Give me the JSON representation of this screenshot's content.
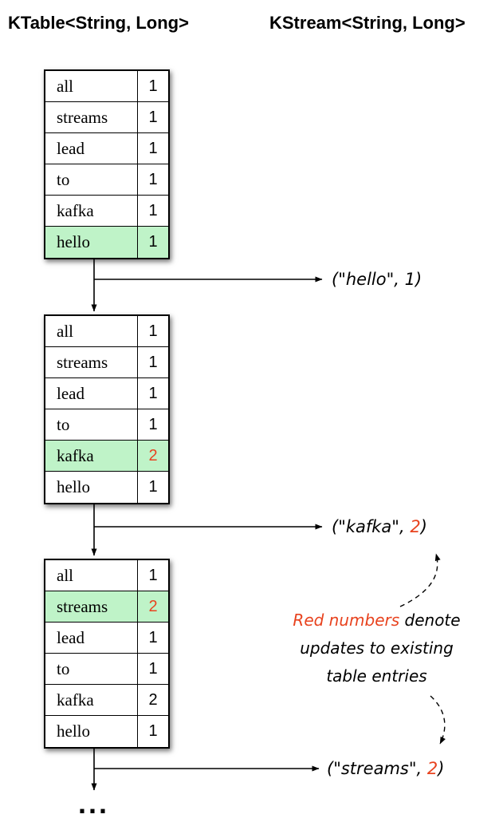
{
  "headers": {
    "ktable": "KTable<String, Long>",
    "kstream": "KStream<String, Long>"
  },
  "tables": [
    {
      "rows": [
        {
          "key": "all",
          "value": "1"
        },
        {
          "key": "streams",
          "value": "1"
        },
        {
          "key": "lead",
          "value": "1"
        },
        {
          "key": "to",
          "value": "1"
        },
        {
          "key": "kafka",
          "value": "1"
        },
        {
          "key": "hello",
          "value": "1"
        }
      ]
    },
    {
      "rows": [
        {
          "key": "all",
          "value": "1"
        },
        {
          "key": "streams",
          "value": "1"
        },
        {
          "key": "lead",
          "value": "1"
        },
        {
          "key": "to",
          "value": "1"
        },
        {
          "key": "kafka",
          "value": "2"
        },
        {
          "key": "hello",
          "value": "1"
        }
      ]
    },
    {
      "rows": [
        {
          "key": "all",
          "value": "1"
        },
        {
          "key": "streams",
          "value": "2"
        },
        {
          "key": "lead",
          "value": "1"
        },
        {
          "key": "to",
          "value": "1"
        },
        {
          "key": "kafka",
          "value": "2"
        },
        {
          "key": "hello",
          "value": "1"
        }
      ]
    }
  ],
  "emissions": [
    {
      "before": "(\"hello\", ",
      "value": "1",
      "after": ")"
    },
    {
      "before": "(\"kafka\", ",
      "value": "2",
      "after": ")"
    },
    {
      "before": "(\"streams\", ",
      "value": "2",
      "after": ")"
    }
  ],
  "annotation": {
    "highlight": "Red numbers",
    "line1_rest": " denote",
    "line2": "updates to existing",
    "line3": "table entries"
  },
  "ellipsis": "...",
  "colors": {
    "highlight_green": "#bff3c8",
    "update_red": "#e8431f"
  }
}
